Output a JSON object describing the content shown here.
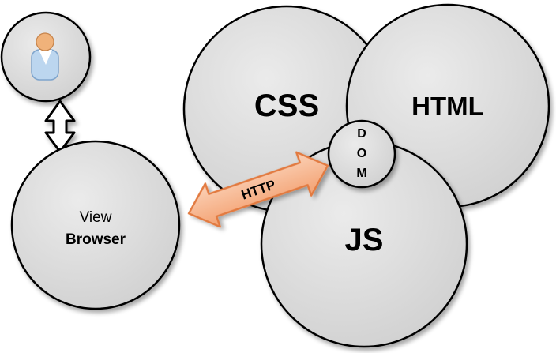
{
  "nodes": {
    "css": {
      "label": "CSS"
    },
    "html": {
      "label": "HTML"
    },
    "js": {
      "label": "JS"
    },
    "dom": {
      "letters": [
        "D",
        "O",
        "M"
      ]
    },
    "browser": {
      "line1": "View",
      "line2": "Browser"
    },
    "user": {
      "icon": "user-icon"
    }
  },
  "connectors": {
    "http": {
      "label": "HTTP"
    },
    "user_browser": {
      "icon": "double-arrow-vertical"
    }
  },
  "colors": {
    "circle_fill": "#d8d8d8",
    "circle_stroke": "#000000",
    "http_arrow_fill": "#f6b48e",
    "http_arrow_stroke": "#e27a3f",
    "bw_arrow_fill": "#ffffff"
  }
}
